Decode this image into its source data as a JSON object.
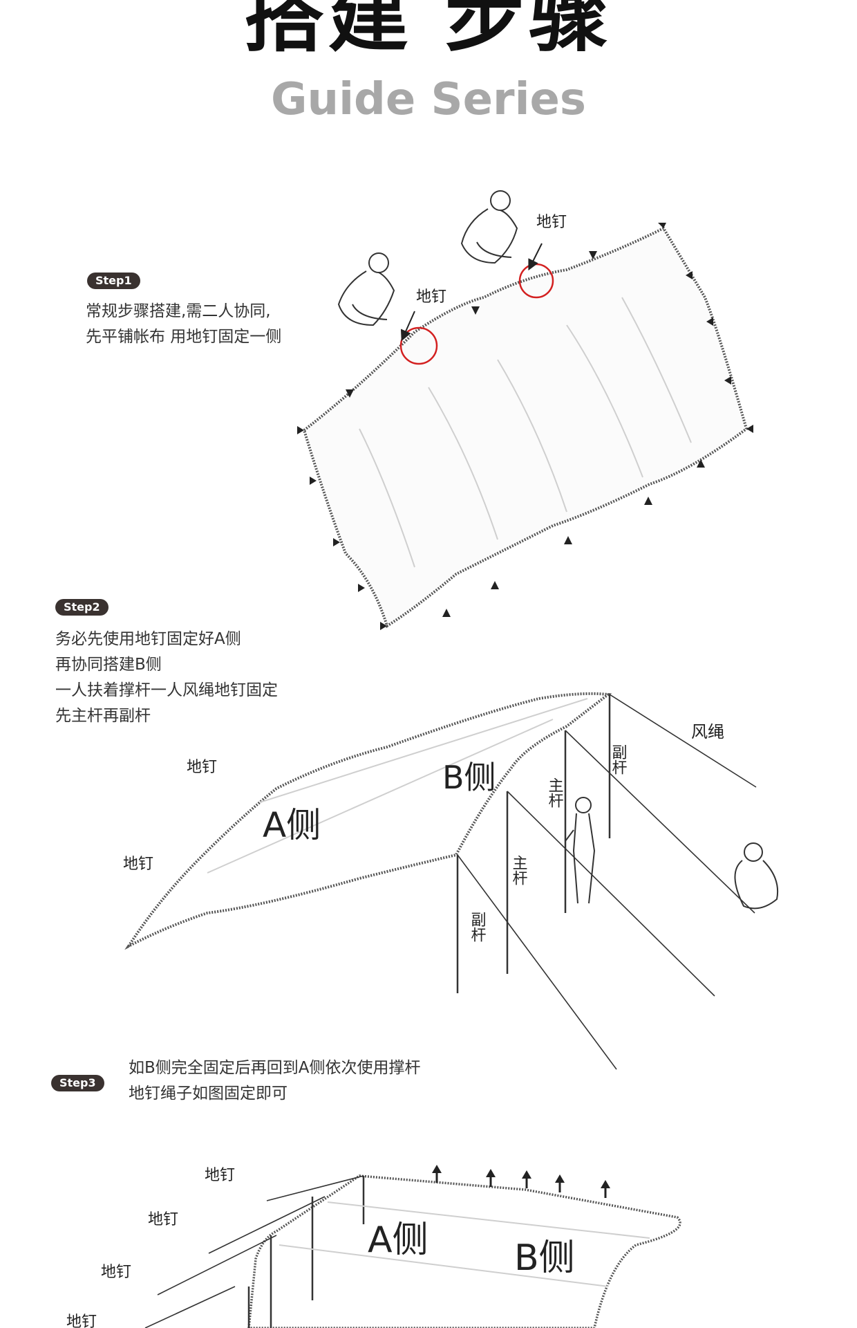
{
  "header": {
    "title": "搭建 步骤",
    "subtitle": "Guide Series"
  },
  "steps": [
    {
      "badge": "Step1",
      "lines": [
        "常规步骤搭建,需二人协同,",
        "先平铺帐布 用地钉固定一侧"
      ]
    },
    {
      "badge": "Step2",
      "lines": [
        "务必先使用地钉固定好A侧",
        "再协同搭建B侧",
        "一人扶着撑杆一人风绳地钉固定",
        "先主杆再副杆"
      ]
    },
    {
      "badge": "Step3",
      "lines": [
        "如B侧完全固定后再回到A侧依次使用撑杆",
        "地钉绳子如图固定即可"
      ]
    }
  ],
  "labels": {
    "stake": "地钉",
    "guy_rope": "风绳",
    "main_pole": "主杆",
    "aux_pole": "副杆",
    "side_a": "A侧",
    "side_b": "B侧"
  }
}
